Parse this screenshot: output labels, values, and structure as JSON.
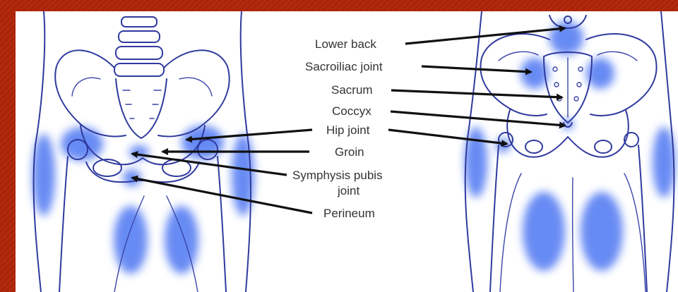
{
  "labels": {
    "lower_back": "Lower back",
    "sacroiliac_joint": "Sacroiliac joint",
    "sacrum": "Sacrum",
    "coccyx": "Coccyx",
    "hip_joint": "Hip joint",
    "groin": "Groin",
    "symphysis_line1": "Symphysis pubis",
    "symphysis_line2": "joint",
    "perineum": "Perineum"
  },
  "colors": {
    "pain_highlight": "#2f5ef0",
    "outline": "#2f3a9e",
    "arrow": "#111111",
    "label_text": "#333333",
    "background_border": "#b32a0e"
  }
}
